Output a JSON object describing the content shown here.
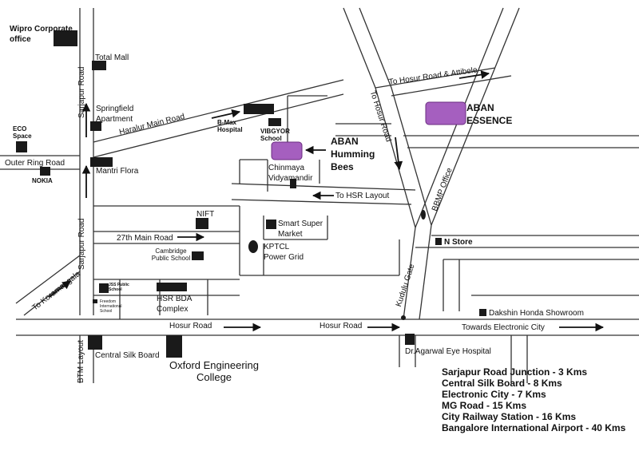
{
  "roads": {
    "outer_ring": "Outer Ring Road",
    "haralur": "Haralur Main Road",
    "sarjapur_top": "Sarjapur Road",
    "sarjapur_left": "Sarjapur Road",
    "hosur_road_1": "Hosur Road",
    "hosur_road_2": "Hosur Road",
    "to_hosur_attibele": "To Hosur Road & Attibele",
    "to_hosur_road": "To Hosur Road",
    "to_hsr_layout": "To HSR Layout",
    "main_27th": "27th Main Road",
    "to_koramangala": "To Koramangala",
    "btm_layout": "BTM Layout",
    "towards_electronic_city": "Towards Electronic City",
    "kudulu_gate": "Kudulu Gate",
    "bbmp_office": "BBMP Office"
  },
  "places": {
    "wipro": "Wipro Corporate office",
    "total_mall": "Total Mall",
    "springfield": "Springfield Apartment",
    "eco_space": "ECO Space",
    "nokia": "NOKIA",
    "mantri_flora": "Mantri Flora",
    "bmax": "B-Max Hospital",
    "vibgyor": "VIBGYOR School",
    "chinmaya": "Chinmaya Vidyamandir",
    "nift": "NIFT",
    "smart_super_market": "Smart Super Market",
    "kptcl": "KPTCL Power Grid",
    "cambridge": "Cambridge Public School",
    "jss": "JSS Public School",
    "freedom": "Freedom International School",
    "hsr_bda": "HSR BDA Complex",
    "central_silk_board": "Central Silk Board",
    "oxford": "Oxford Engineering College",
    "dr_agarwal": "Dr.Agarwal Eye Hospital",
    "n_store": "N Store",
    "dakshin_honda": "Dakshin Honda Showroom"
  },
  "projects": {
    "humming_bees": "ABAN Humming Bees",
    "essence": "ABAN ESSENCE"
  },
  "distances": [
    "Sarjapur Road Junction - 3 Kms",
    "Central Silk Board - 8 Kms",
    "Electronic City - 7 Kms",
    "MG Road - 15 Kms",
    "City Railway Station - 16 Kms",
    "Bangalore International Airport - 40 Kms"
  ],
  "colors": {
    "project_marker": "#a55fbf",
    "road_line": "#222222",
    "landmark": "#111111"
  }
}
